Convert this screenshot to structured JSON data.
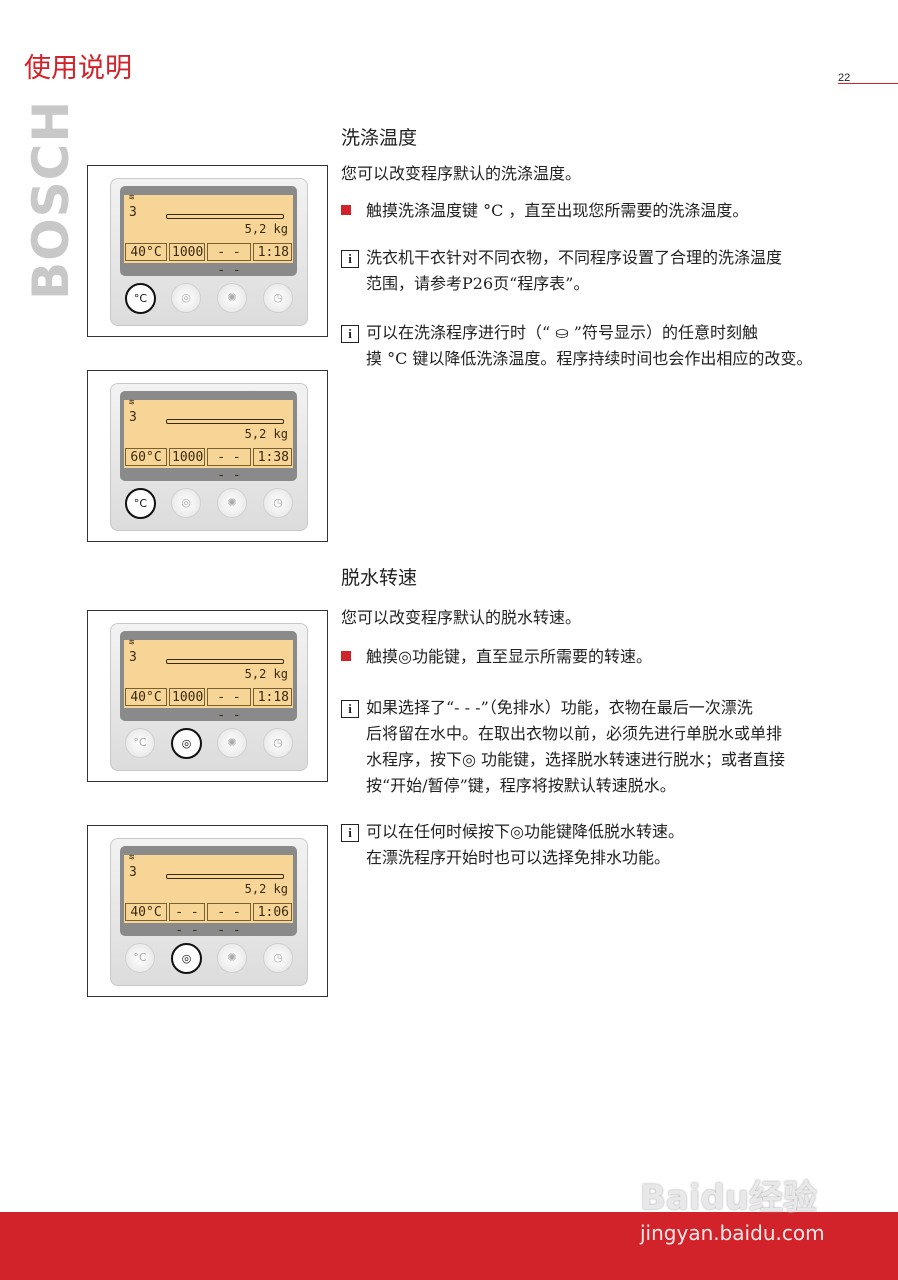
{
  "header": {
    "title": "使用说明",
    "page_number": "22",
    "brand": "BOSCH"
  },
  "colors": {
    "accent": "#d2232a",
    "lcd": "#f7d597"
  },
  "section1": {
    "heading": "洗涤温度",
    "intro": "您可以改变程序默认的洗涤温度。",
    "bullet": "触摸洗涤温度键 °C ，直至出现您所需要的洗涤温度。",
    "info1": [
      "洗衣机干衣针对不同衣物，不同程序设置了合理的洗涤温度",
      "范围，请参考P26页“程序表”。"
    ],
    "info2": [
      "可以在洗涤程序进行时（“ ⛀ ”符号显示）的任意时刻触",
      "摸 °C 键以降低洗涤温度。程序持续时间也会作出相应的改变。"
    ]
  },
  "section2": {
    "heading": "脱水转速",
    "intro": "您可以改变程序默认的脱水转速。",
    "bullet": "触摸◎功能键，直至显示所需要的转速。",
    "info1": [
      "如果选择了“- - -”（免排水）功能，衣物在最后一次漂洗",
      "后将留在水中。在取出衣物以前，必须先进行单脱水或单排",
      "水程序，按下◎ 功能键，选择脱水转速进行脱水；或者直接",
      "按“开始/暂停”键，程序将按默认转速脱水。"
    ],
    "info2": [
      "可以在任何时候按下◎功能键降低脱水转速。",
      "在漂洗程序开始时也可以选择免排水功能。"
    ]
  },
  "info_icon": "i",
  "panels": [
    {
      "program": "3",
      "load": "5,2 kg",
      "temp": "40°C",
      "spin": "1000",
      "option": "- - - -",
      "time": "1:18",
      "active": "temp"
    },
    {
      "program": "3",
      "load": "5,2 kg",
      "temp": "60°C",
      "spin": "1000",
      "option": "- - - -",
      "time": "1:38",
      "active": "temp"
    },
    {
      "program": "3",
      "load": "5,2 kg",
      "temp": "40°C",
      "spin": "1000",
      "option": "- - - -",
      "time": "1:18",
      "active": "spin"
    },
    {
      "program": "3",
      "load": "5,2 kg",
      "temp": "40°C",
      "spin": "- - - -",
      "option": "- - - -",
      "time": "1:06",
      "active": "spin"
    }
  ],
  "buttons": {
    "temp": "°C",
    "spin": "◎",
    "option": "✺",
    "time": "◷"
  },
  "watermark": {
    "logo": "Baidu经验",
    "url": "jingyan.baidu.com"
  }
}
